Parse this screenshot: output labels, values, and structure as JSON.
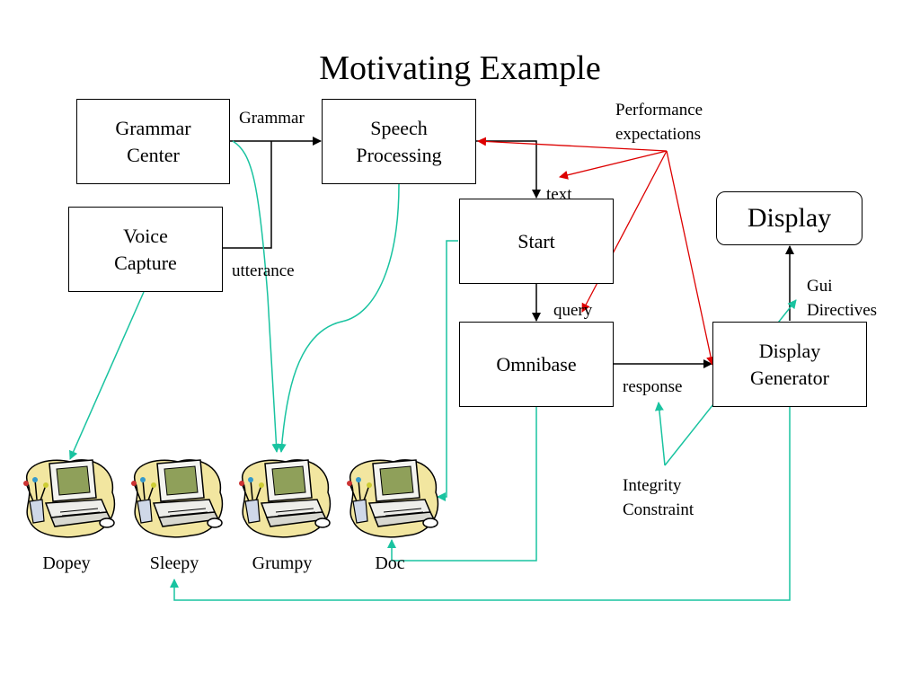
{
  "title": "Motivating Example",
  "boxes": {
    "grammar_center": "Grammar\nCenter",
    "voice_capture": "Voice\nCapture",
    "speech_processing": "Speech\nProcessing",
    "start": "Start",
    "omnibase": "Omnibase",
    "display": "Display",
    "display_generator": "Display\nGenerator"
  },
  "labels": {
    "grammar": "Grammar",
    "utterance": "utterance",
    "text": "text",
    "query": "query",
    "response": "response",
    "performance_expectations": "Performance\nexpectations",
    "gui_directives": "Gui\nDirectives",
    "integrity_constraint": "Integrity\nConstraint"
  },
  "computers": [
    "Dopey",
    "Sleepy",
    "Grumpy",
    "Doc"
  ],
  "colors": {
    "control_flow": "#000000",
    "expectation": "#dd0000",
    "deployment": "#19c3a0",
    "monitor_screen": "#8fa05a",
    "blob": "#f2e6a0"
  }
}
